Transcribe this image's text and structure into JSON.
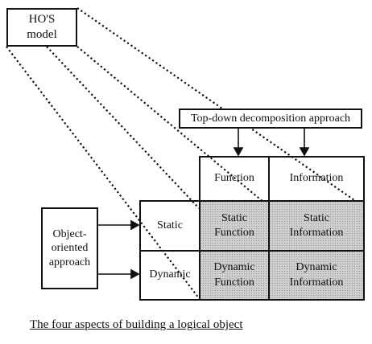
{
  "hos_model": {
    "line1": "HO'S",
    "line2": "model"
  },
  "top_down": {
    "label": "Top-down decomposition approach"
  },
  "object_oriented": {
    "line1": "Object-",
    "line2": "oriented",
    "line3": "approach"
  },
  "columns": [
    "Function",
    "Information"
  ],
  "rows": [
    "Static",
    "Dynamic"
  ],
  "cells": [
    [
      "Static\nFunction",
      "Static\nInformation"
    ],
    [
      "Dynamic\nFunction",
      "Dynamic\nInformation"
    ]
  ],
  "caption": "The four aspects of building a logical object"
}
